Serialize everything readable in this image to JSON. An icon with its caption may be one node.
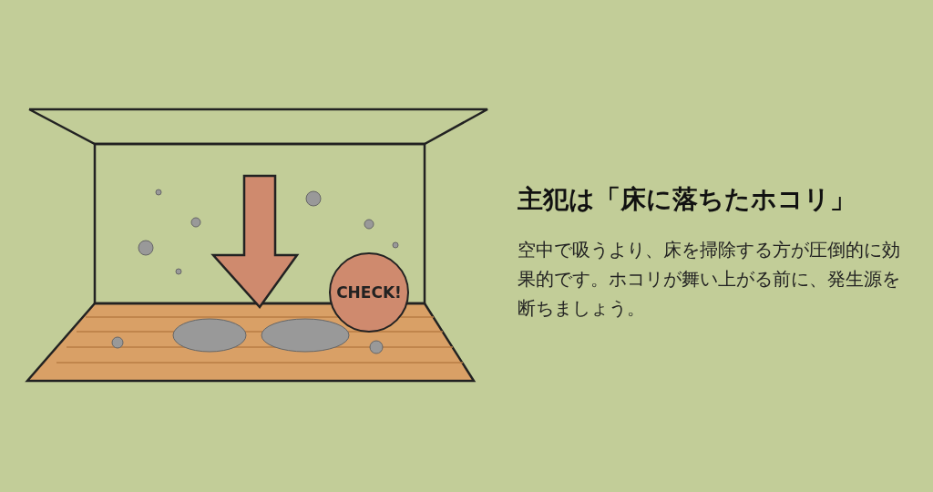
{
  "diagram": {
    "title": "主犯は「床に落ちたホコリ」",
    "nodes": [
      {
        "text": [
          "CHECK!"
        ]
      }
    ],
    "labels": [
      "空中で吸うより、床を掃除する方が圧倒的に効果的です。ホコリが舞い上がる前に、発生源を断ちましょう。"
    ]
  }
}
